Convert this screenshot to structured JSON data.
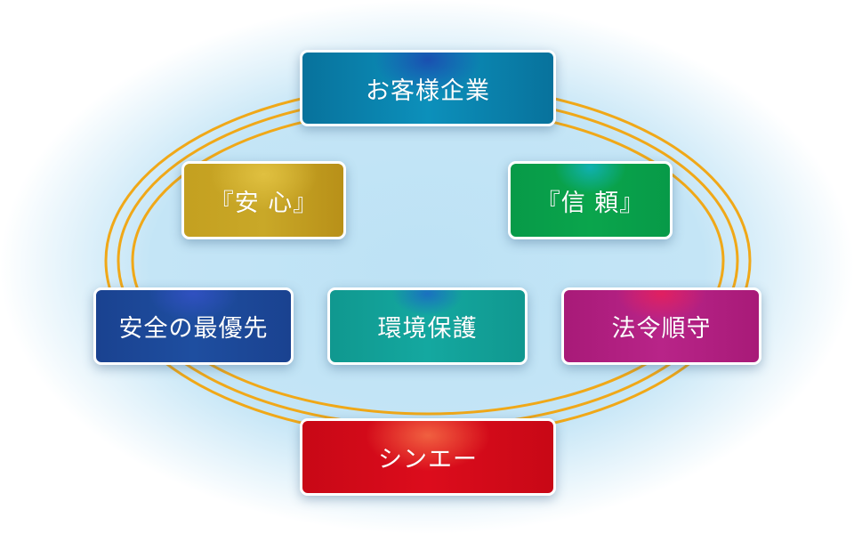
{
  "diagram": {
    "nodes": [
      {
        "id": "customer",
        "label": "お客様企業",
        "color": "#0a84b0",
        "highlight": "#1a4fb0"
      },
      {
        "id": "anshin",
        "label": "『安 心』",
        "color": "#c4a020",
        "highlight": "#e0c040"
      },
      {
        "id": "shinrai",
        "label": "『信 頼』",
        "color": "#07a04a",
        "highlight": "#10b0b0"
      },
      {
        "id": "safety",
        "label": "安全の最優先",
        "color": "#1c4898",
        "highlight": "#3050c0"
      },
      {
        "id": "environment",
        "label": "環境保護",
        "color": "#12a39a",
        "highlight": "#1a70c0"
      },
      {
        "id": "compliance",
        "label": "法令順守",
        "color": "#b01e80",
        "highlight": "#e02060"
      },
      {
        "id": "shinei",
        "label": "シンエー",
        "color": "#d40a1a",
        "highlight": "#f06040"
      }
    ],
    "ring_color": "#f0a818",
    "glow_color": "#bde2f5"
  }
}
